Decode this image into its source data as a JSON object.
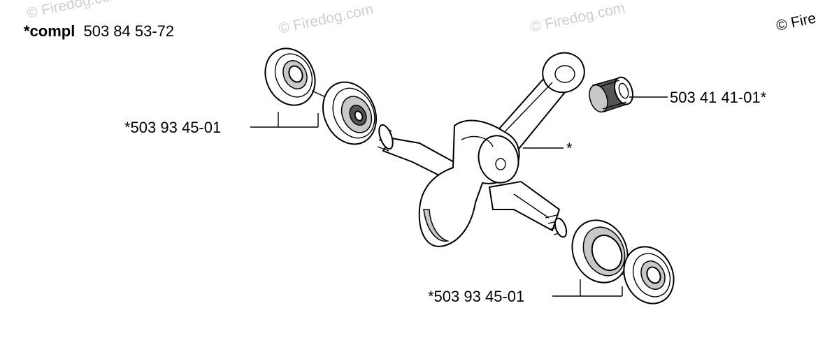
{
  "watermark": {
    "text_1": "© Firedog.com",
    "text_2": "© Firedog.com",
    "text_3": "© Firedog.com",
    "text_4": "© Fire"
  },
  "header": {
    "compl_prefix": "*compl",
    "compl_number": "503 84 53-72"
  },
  "callouts": {
    "bearing_upper": "*503 93 45-01",
    "needle_bearing": "503 41 41-01*",
    "crankshaft": "*",
    "bearing_lower": "*503 93 45-01"
  }
}
